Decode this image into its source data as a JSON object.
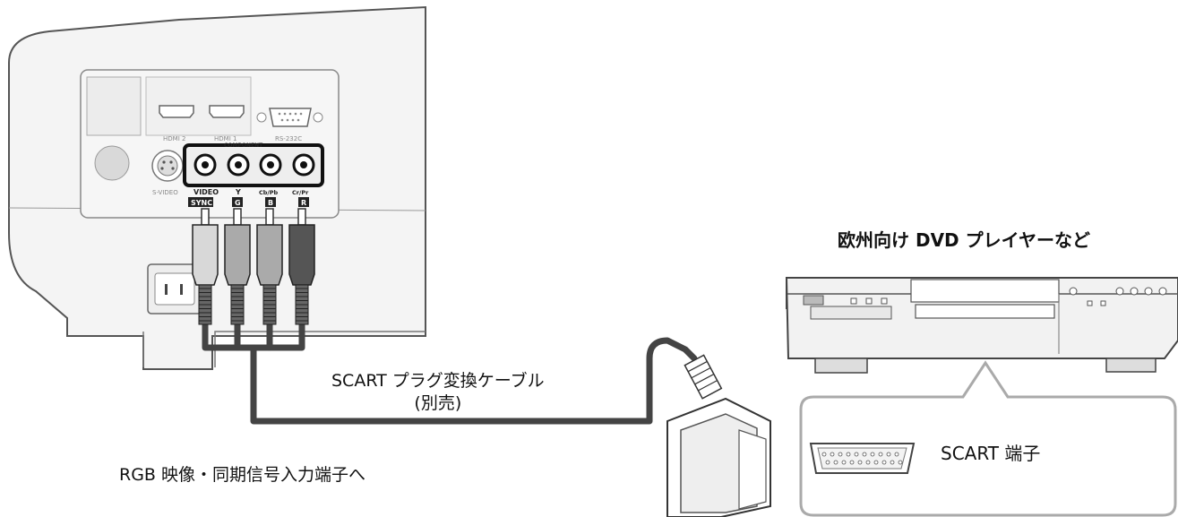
{
  "labels": {
    "dvd_player": "欧州向け DVD プレイヤーなど",
    "cable_line1": "SCART プラグ変換ケーブル",
    "cable_line2": "(別売)",
    "rgb_input": "RGB 映像・同期信号入力端子へ",
    "scart_terminal": "SCART 端子"
  },
  "projector_panel": {
    "hdmi2": "HDMI 2",
    "hdmi1": "HDMI 1",
    "rs232c": "RS-232C",
    "component": "COMPONENT",
    "svideo": "S-VIDEO",
    "jacks": [
      {
        "top": "VIDEO",
        "badge": "SYNC"
      },
      {
        "top": "Y",
        "badge": "G"
      },
      {
        "top": "Cb/Pb",
        "badge": "B"
      },
      {
        "top": "Cr/Pr",
        "badge": "R"
      }
    ]
  },
  "colors": {
    "line": "#555555",
    "panel_fill": "#f4f4f4",
    "cable": "#555555",
    "plug_light": "#d8d8d8",
    "plug_mid": "#aaaaaa",
    "plug_dark": "#555555"
  }
}
